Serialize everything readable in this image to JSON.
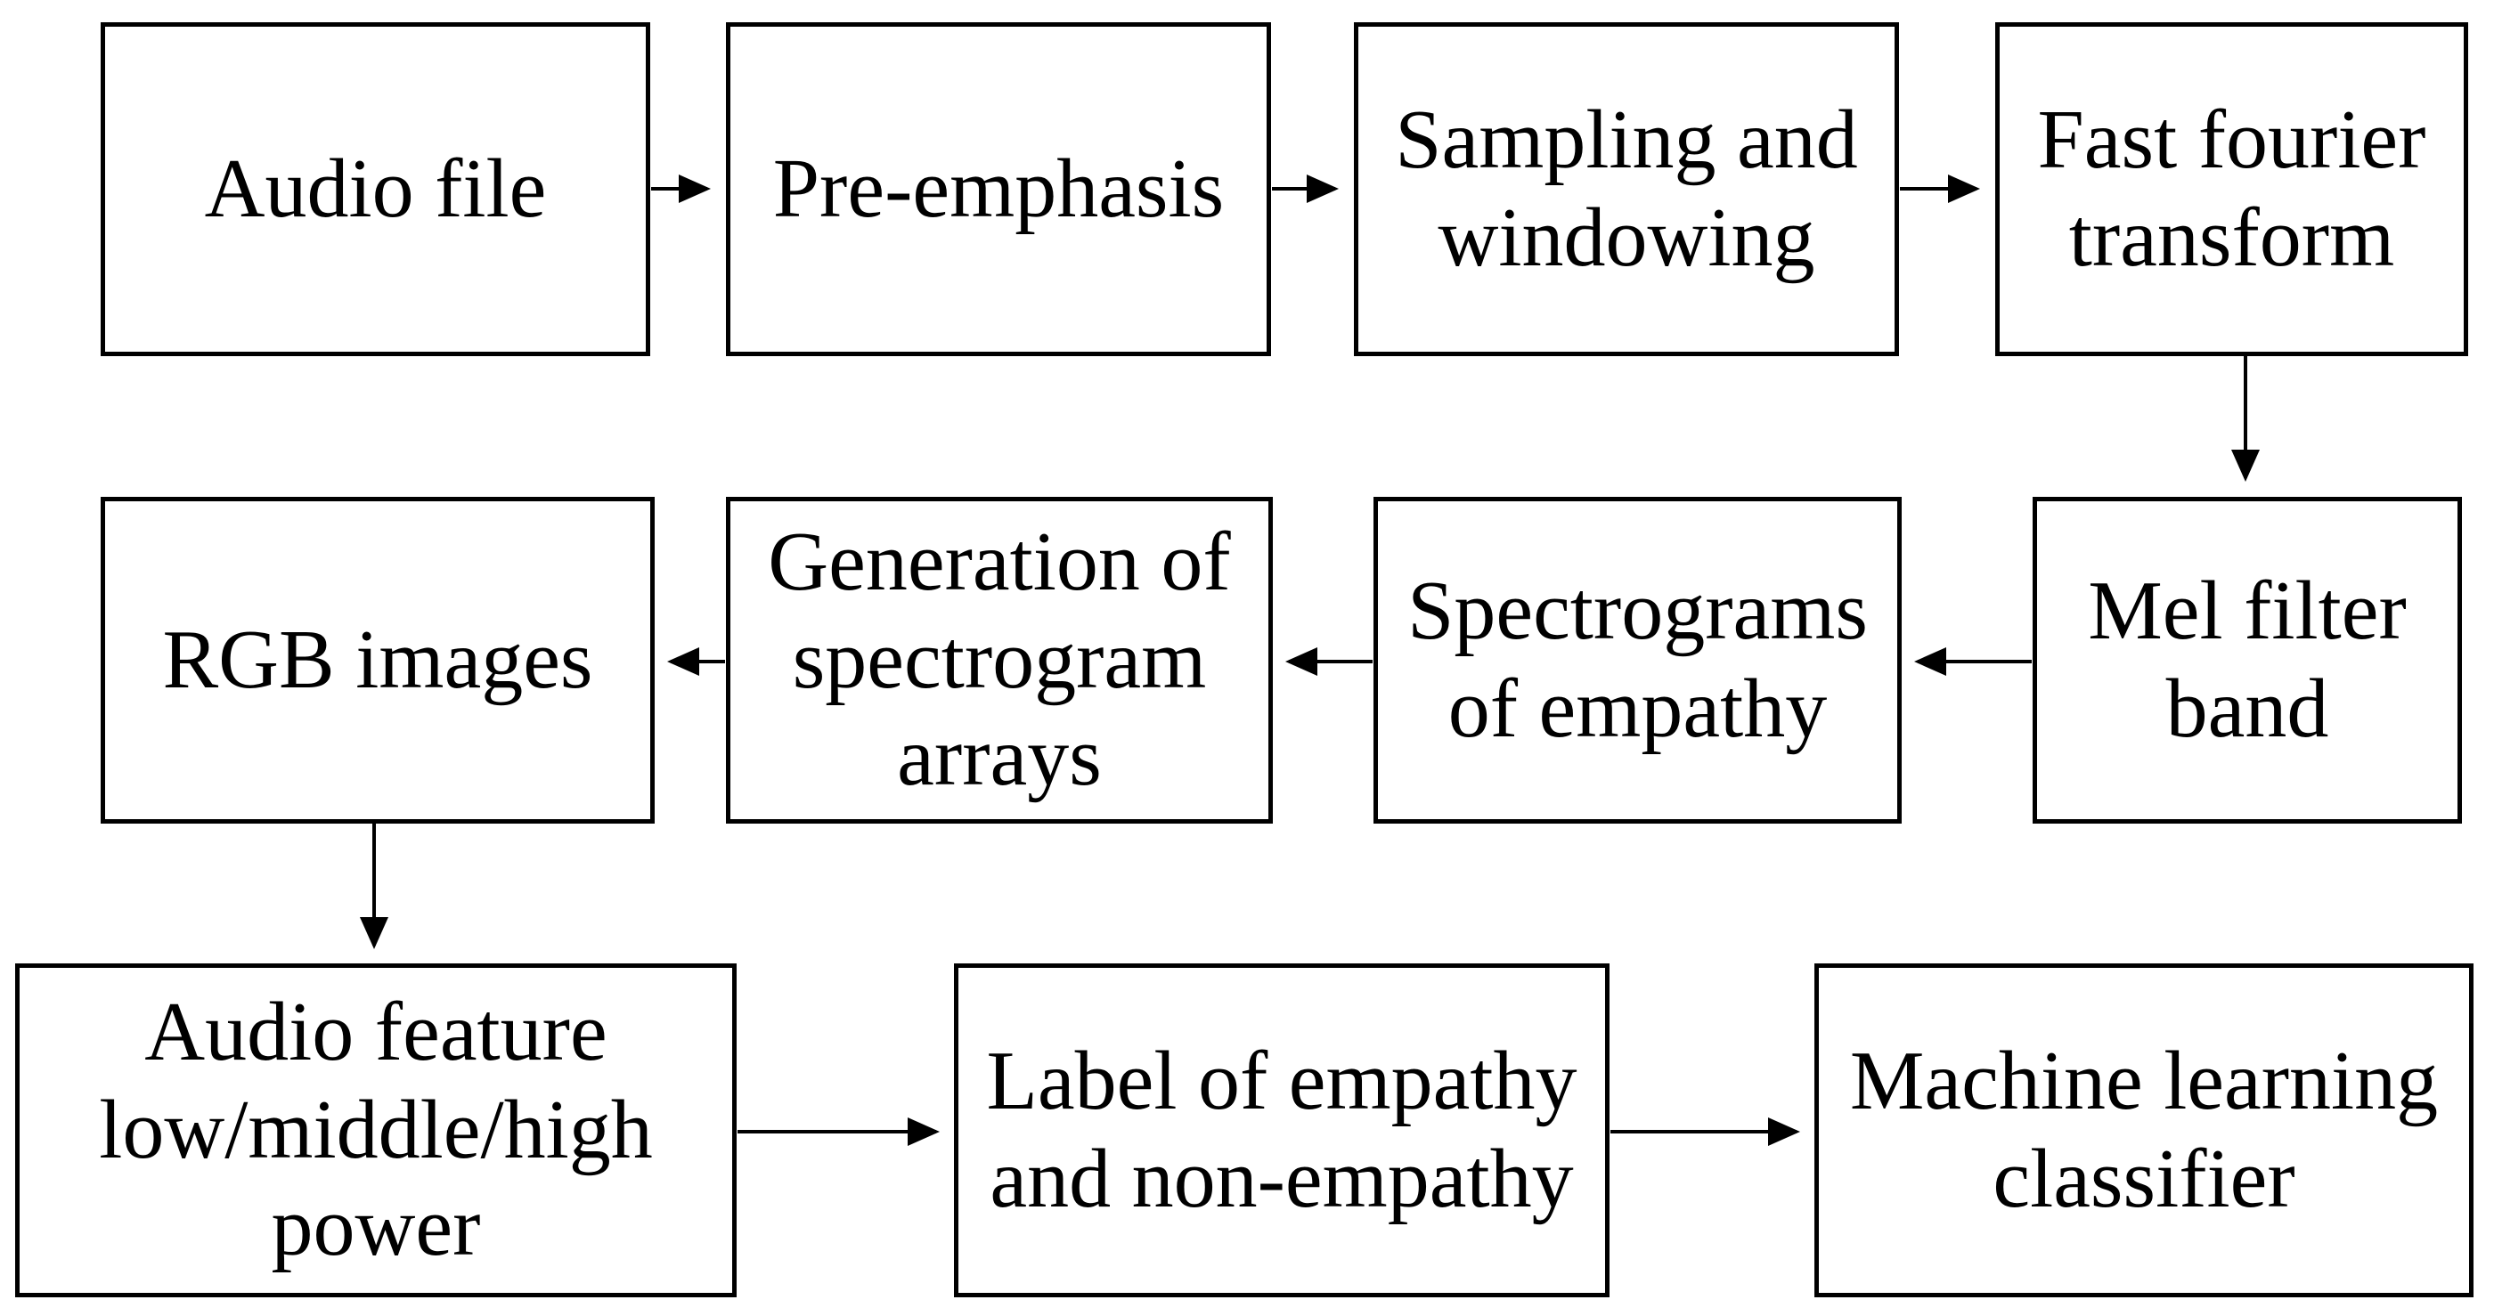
{
  "diagram": {
    "type": "flowchart",
    "background_color": "#ffffff",
    "line_color": "#000000",
    "text_color": "#000000",
    "nodes": {
      "audio_file": {
        "label": "Audio file"
      },
      "pre_emphasis": {
        "label": "Pre-emphasis"
      },
      "sampling": {
        "label": "Sampling and\nwindowing"
      },
      "fft": {
        "label": "Fast fourier\ntransform"
      },
      "mel_filter": {
        "label": "Mel filter\nband"
      },
      "spectrograms": {
        "label": "Spectrograms\nof empathy"
      },
      "generation": {
        "label": "Generation of\nspectrogram\narrays"
      },
      "rgb_images": {
        "label": "RGB images"
      },
      "audio_feature": {
        "label": "Audio feature\nlow/middle/high\npower"
      },
      "label_empathy": {
        "label": "Label of empathy\nand non-empathy"
      },
      "ml_classifier": {
        "label": "Machine learning\nclassifier"
      }
    },
    "edges": [
      {
        "from": "audio_file",
        "to": "pre_emphasis",
        "direction": "right"
      },
      {
        "from": "pre_emphasis",
        "to": "sampling",
        "direction": "right"
      },
      {
        "from": "sampling",
        "to": "fft",
        "direction": "right"
      },
      {
        "from": "fft",
        "to": "mel_filter",
        "direction": "down"
      },
      {
        "from": "mel_filter",
        "to": "spectrograms",
        "direction": "left"
      },
      {
        "from": "spectrograms",
        "to": "generation",
        "direction": "left"
      },
      {
        "from": "generation",
        "to": "rgb_images",
        "direction": "left"
      },
      {
        "from": "rgb_images",
        "to": "audio_feature",
        "direction": "down"
      },
      {
        "from": "audio_feature",
        "to": "label_empathy",
        "direction": "right"
      },
      {
        "from": "label_empathy",
        "to": "ml_classifier",
        "direction": "right"
      }
    ]
  }
}
